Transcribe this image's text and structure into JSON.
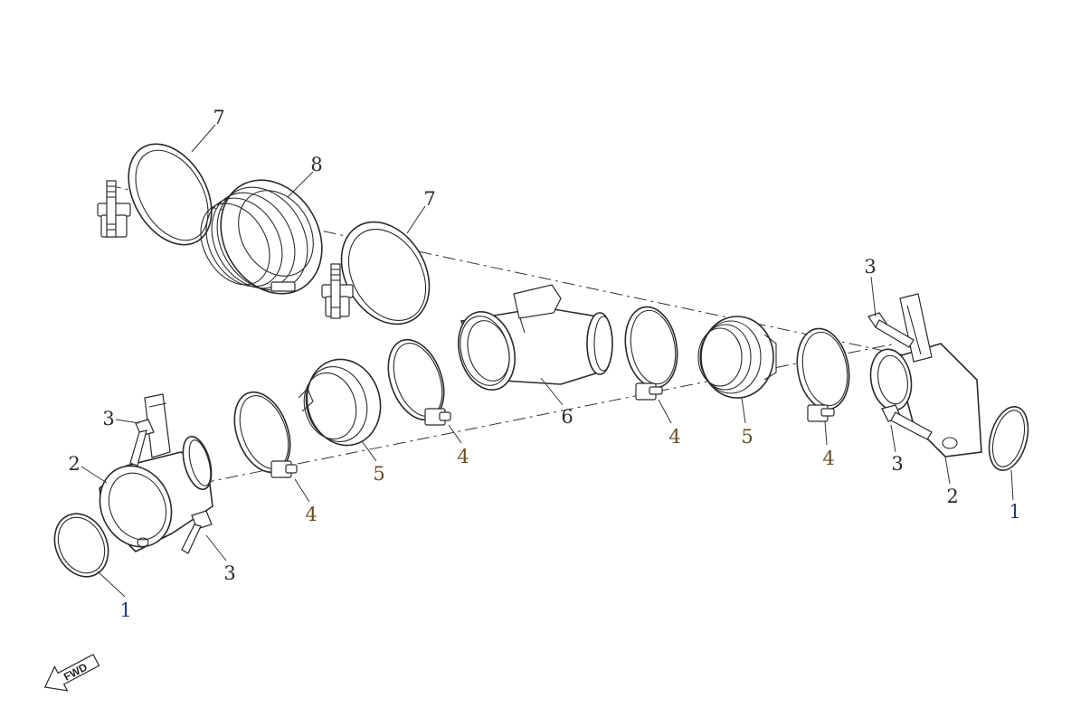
{
  "diagram": {
    "callout_color_default": "#2a2a2a",
    "callout_color_blue": "#1f3a8a",
    "callout_color_brown": "#6b4a1e",
    "fwd_label": "FWD",
    "callouts": [
      {
        "id": "c7a",
        "text": "7",
        "color": "#2a2a2a"
      },
      {
        "id": "c8",
        "text": "8",
        "color": "#2a2a2a"
      },
      {
        "id": "c7b",
        "text": "7",
        "color": "#2a2a2a"
      },
      {
        "id": "c3r",
        "text": "3",
        "color": "#2a2a2a"
      },
      {
        "id": "c3l",
        "text": "3",
        "color": "#2a2a2a"
      },
      {
        "id": "c2l",
        "text": "2",
        "color": "#2a2a2a"
      },
      {
        "id": "c6",
        "text": "6",
        "color": "#2a2a2a"
      },
      {
        "id": "c4c",
        "text": "4",
        "color": "#6b4a1e"
      },
      {
        "id": "c5c",
        "text": "5",
        "color": "#6b4a1e"
      },
      {
        "id": "c4d",
        "text": "4",
        "color": "#6b4a1e"
      },
      {
        "id": "c3rr",
        "text": "3",
        "color": "#2a2a2a"
      },
      {
        "id": "c2r",
        "text": "2",
        "color": "#2a2a2a"
      },
      {
        "id": "c1r",
        "text": "1",
        "color": "#1f3a8a"
      },
      {
        "id": "c4b",
        "text": "4",
        "color": "#6b4a1e"
      },
      {
        "id": "c5b",
        "text": "5",
        "color": "#6b4a1e"
      },
      {
        "id": "c4a",
        "text": "4",
        "color": "#6b4a1e"
      },
      {
        "id": "c3b",
        "text": "3",
        "color": "#2a2a2a"
      },
      {
        "id": "c1l",
        "text": "1",
        "color": "#1f3a8a"
      }
    ]
  }
}
